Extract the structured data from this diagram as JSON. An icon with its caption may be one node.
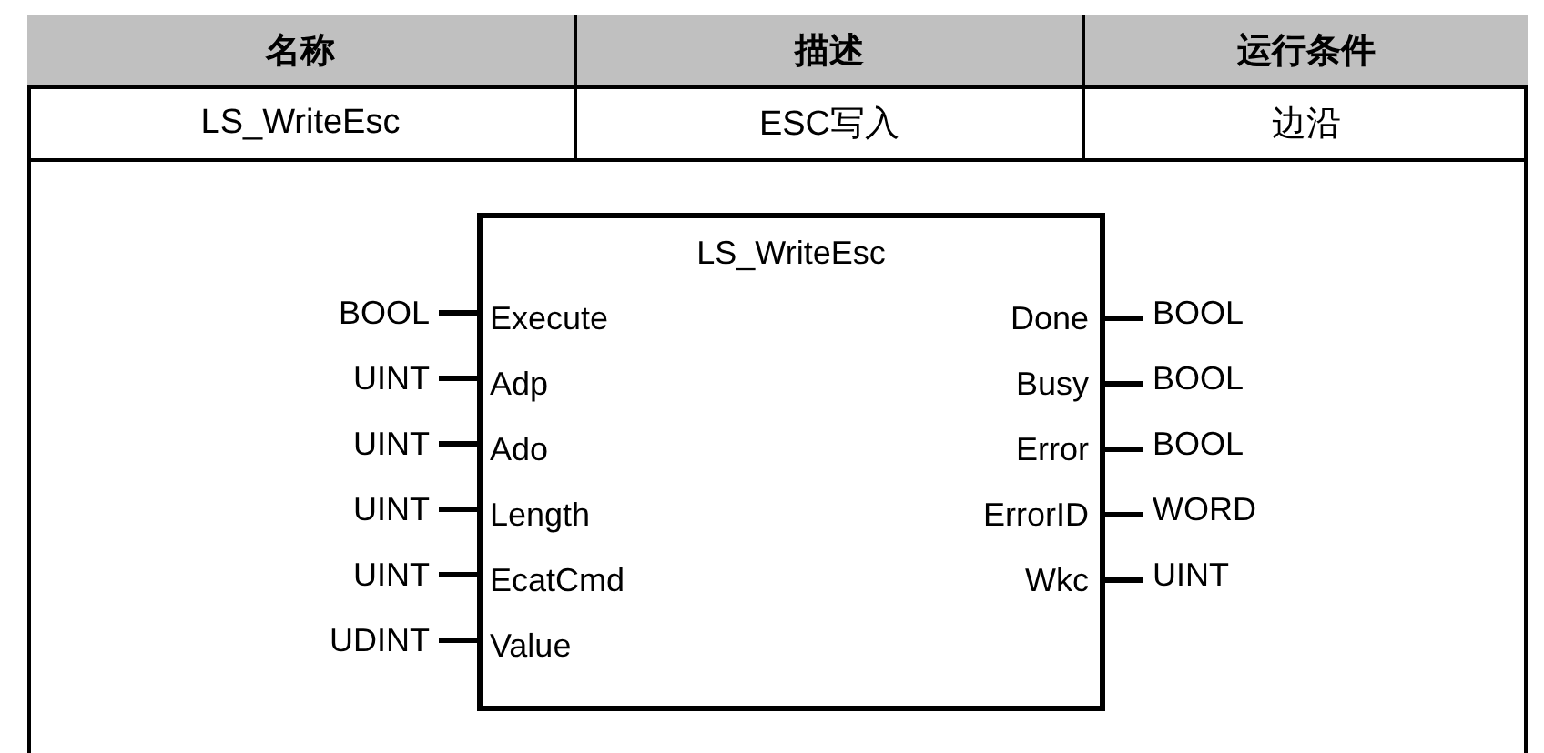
{
  "diagram": {
    "nodes": [
      {
        "text": [
          "LS_WriteEsc"
        ]
      },
      {
        "text": [
          "Execute"
        ],
        "in": 0
      },
      {
        "text": [
          "Adp"
        ],
        "in": 0
      },
      {
        "text": [
          "Ado"
        ],
        "in": 0
      },
      {
        "text": [
          "Length"
        ],
        "in": 0
      },
      {
        "text": [
          "EcatCmd"
        ],
        "in": 0
      },
      {
        "text": [
          "Value"
        ],
        "in": 0
      },
      {
        "text": [
          "Done"
        ],
        "in": 0
      },
      {
        "text": [
          "Busy"
        ],
        "in": 0
      },
      {
        "text": [
          "Error"
        ],
        "in": 0
      },
      {
        "text": [
          "ErrorID"
        ],
        "in": 0
      },
      {
        "text": [
          "Wkc"
        ],
        "in": 0
      },
      {
        "text": [
          "BOOL"
        ]
      },
      {
        "text": [
          "UINT"
        ]
      },
      {
        "text": [
          "UINT"
        ]
      },
      {
        "text": [
          "UINT"
        ]
      },
      {
        "text": [
          "UINT"
        ]
      },
      {
        "text": [
          "UDINT"
        ]
      },
      {
        "text": [
          "BOOL"
        ]
      },
      {
        "text": [
          "BOOL"
        ]
      },
      {
        "text": [
          "BOOL"
        ]
      },
      {
        "text": [
          "WORD"
        ]
      },
      {
        "text": [
          "UINT"
        ]
      }
    ],
    "edges": [
      {
        "from": 12,
        "to": 1,
        "arrow": "none"
      },
      {
        "from": 13,
        "to": 2,
        "arrow": "none"
      },
      {
        "from": 14,
        "to": 3,
        "arrow": "none"
      },
      {
        "from": 15,
        "to": 4,
        "arrow": "none"
      },
      {
        "from": 16,
        "to": 5,
        "arrow": "none"
      },
      {
        "from": 17,
        "to": 6,
        "arrow": "none"
      },
      {
        "from": 7,
        "to": 18,
        "arrow": "none"
      },
      {
        "from": 8,
        "to": 19,
        "arrow": "none"
      },
      {
        "from": 9,
        "to": 20,
        "arrow": "none"
      },
      {
        "from": 10,
        "to": 21,
        "arrow": "none"
      },
      {
        "from": 11,
        "to": 22,
        "arrow": "none"
      }
    ],
    "labels": [
      "名称",
      "描述",
      "运行条件",
      "LS_WriteEsc",
      "ESC写入",
      "边沿"
    ]
  }
}
